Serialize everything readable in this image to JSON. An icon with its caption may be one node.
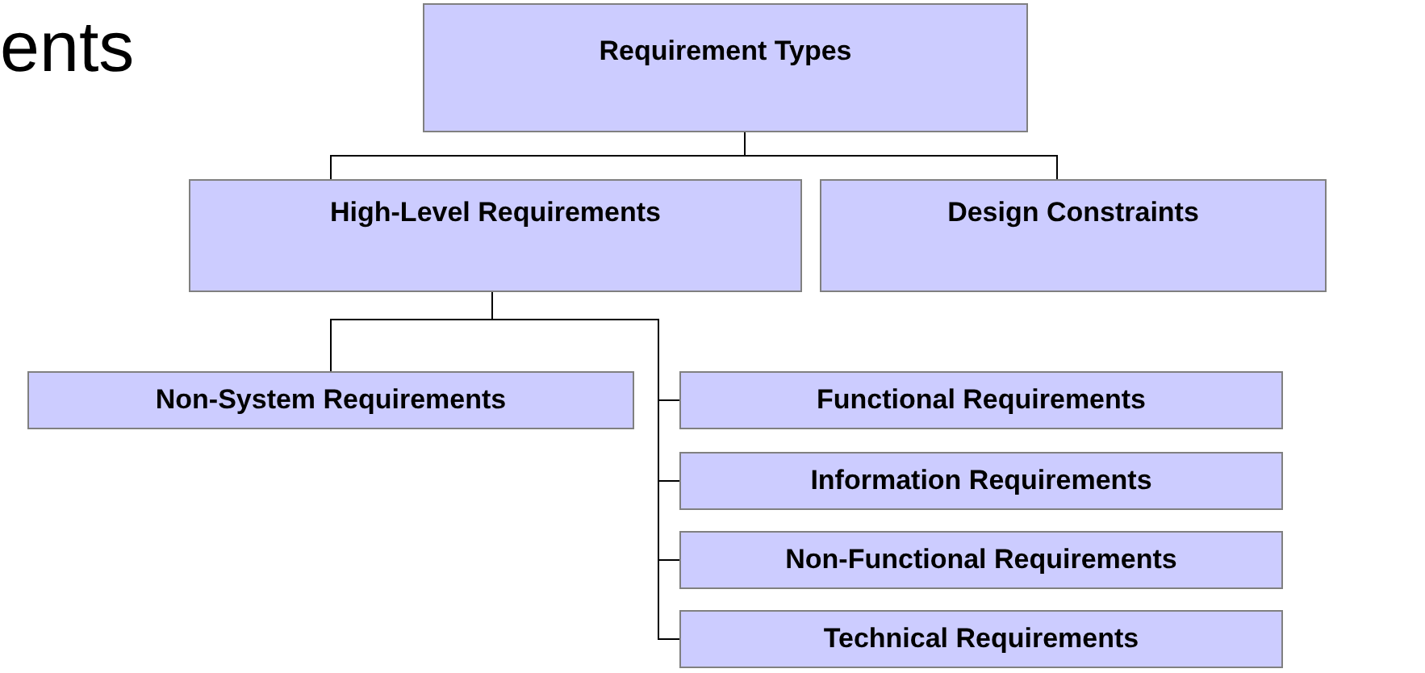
{
  "diagram": {
    "nodes": [
      {
        "text": [
          "Requirement Types"
        ]
      },
      {
        "text": [
          "High-Level Requirements"
        ]
      },
      {
        "text": [
          "Design Constraints"
        ]
      },
      {
        "text": [
          "Non-System Requirements"
        ]
      },
      {
        "text": [
          "Functional Requirements"
        ]
      },
      {
        "text": [
          "Information Requirements"
        ]
      },
      {
        "text": [
          "Non-Functional Requirements"
        ]
      },
      {
        "text": [
          "Technical Requirements"
        ]
      }
    ],
    "edges": [
      {
        "from": 0,
        "to": 1,
        "arrow": "none"
      },
      {
        "from": 0,
        "to": 2,
        "arrow": "none"
      },
      {
        "from": 1,
        "to": 3,
        "arrow": "none"
      },
      {
        "from": 1,
        "to": 4,
        "arrow": "none"
      },
      {
        "from": 1,
        "to": 5,
        "arrow": "none"
      },
      {
        "from": 1,
        "to": 6,
        "arrow": "none"
      },
      {
        "from": 1,
        "to": 7,
        "arrow": "none"
      }
    ],
    "labels": [
      "ents"
    ]
  }
}
